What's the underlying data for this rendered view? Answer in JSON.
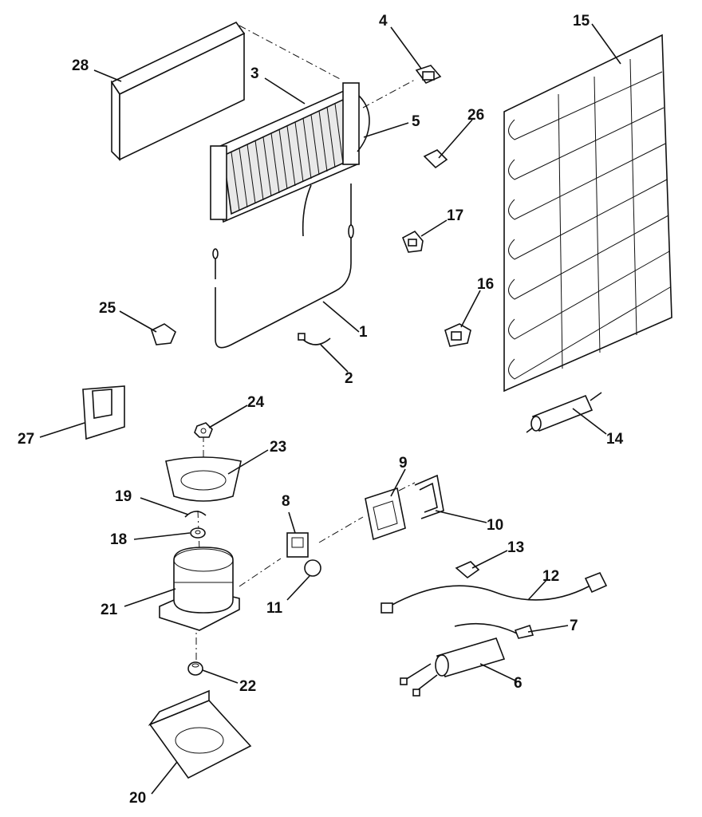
{
  "parts": [
    {
      "id": "part-1",
      "label": "1"
    },
    {
      "id": "part-2",
      "label": "2"
    },
    {
      "id": "part-3",
      "label": "3"
    },
    {
      "id": "part-4",
      "label": "4"
    },
    {
      "id": "part-5",
      "label": "5"
    },
    {
      "id": "part-6",
      "label": "6"
    },
    {
      "id": "part-7",
      "label": "7"
    },
    {
      "id": "part-8",
      "label": "8"
    },
    {
      "id": "part-9",
      "label": "9"
    },
    {
      "id": "part-10",
      "label": "10"
    },
    {
      "id": "part-11",
      "label": "11"
    },
    {
      "id": "part-12",
      "label": "12"
    },
    {
      "id": "part-13",
      "label": "13"
    },
    {
      "id": "part-14",
      "label": "14"
    },
    {
      "id": "part-15",
      "label": "15"
    },
    {
      "id": "part-16",
      "label": "16"
    },
    {
      "id": "part-17",
      "label": "17"
    },
    {
      "id": "part-18",
      "label": "18"
    },
    {
      "id": "part-19",
      "label": "19"
    },
    {
      "id": "part-20",
      "label": "20"
    },
    {
      "id": "part-21",
      "label": "21"
    },
    {
      "id": "part-22",
      "label": "22"
    },
    {
      "id": "part-23",
      "label": "23"
    },
    {
      "id": "part-24",
      "label": "24"
    },
    {
      "id": "part-25",
      "label": "25"
    },
    {
      "id": "part-26",
      "label": "26"
    },
    {
      "id": "part-27",
      "label": "27"
    },
    {
      "id": "part-28",
      "label": "28"
    }
  ]
}
